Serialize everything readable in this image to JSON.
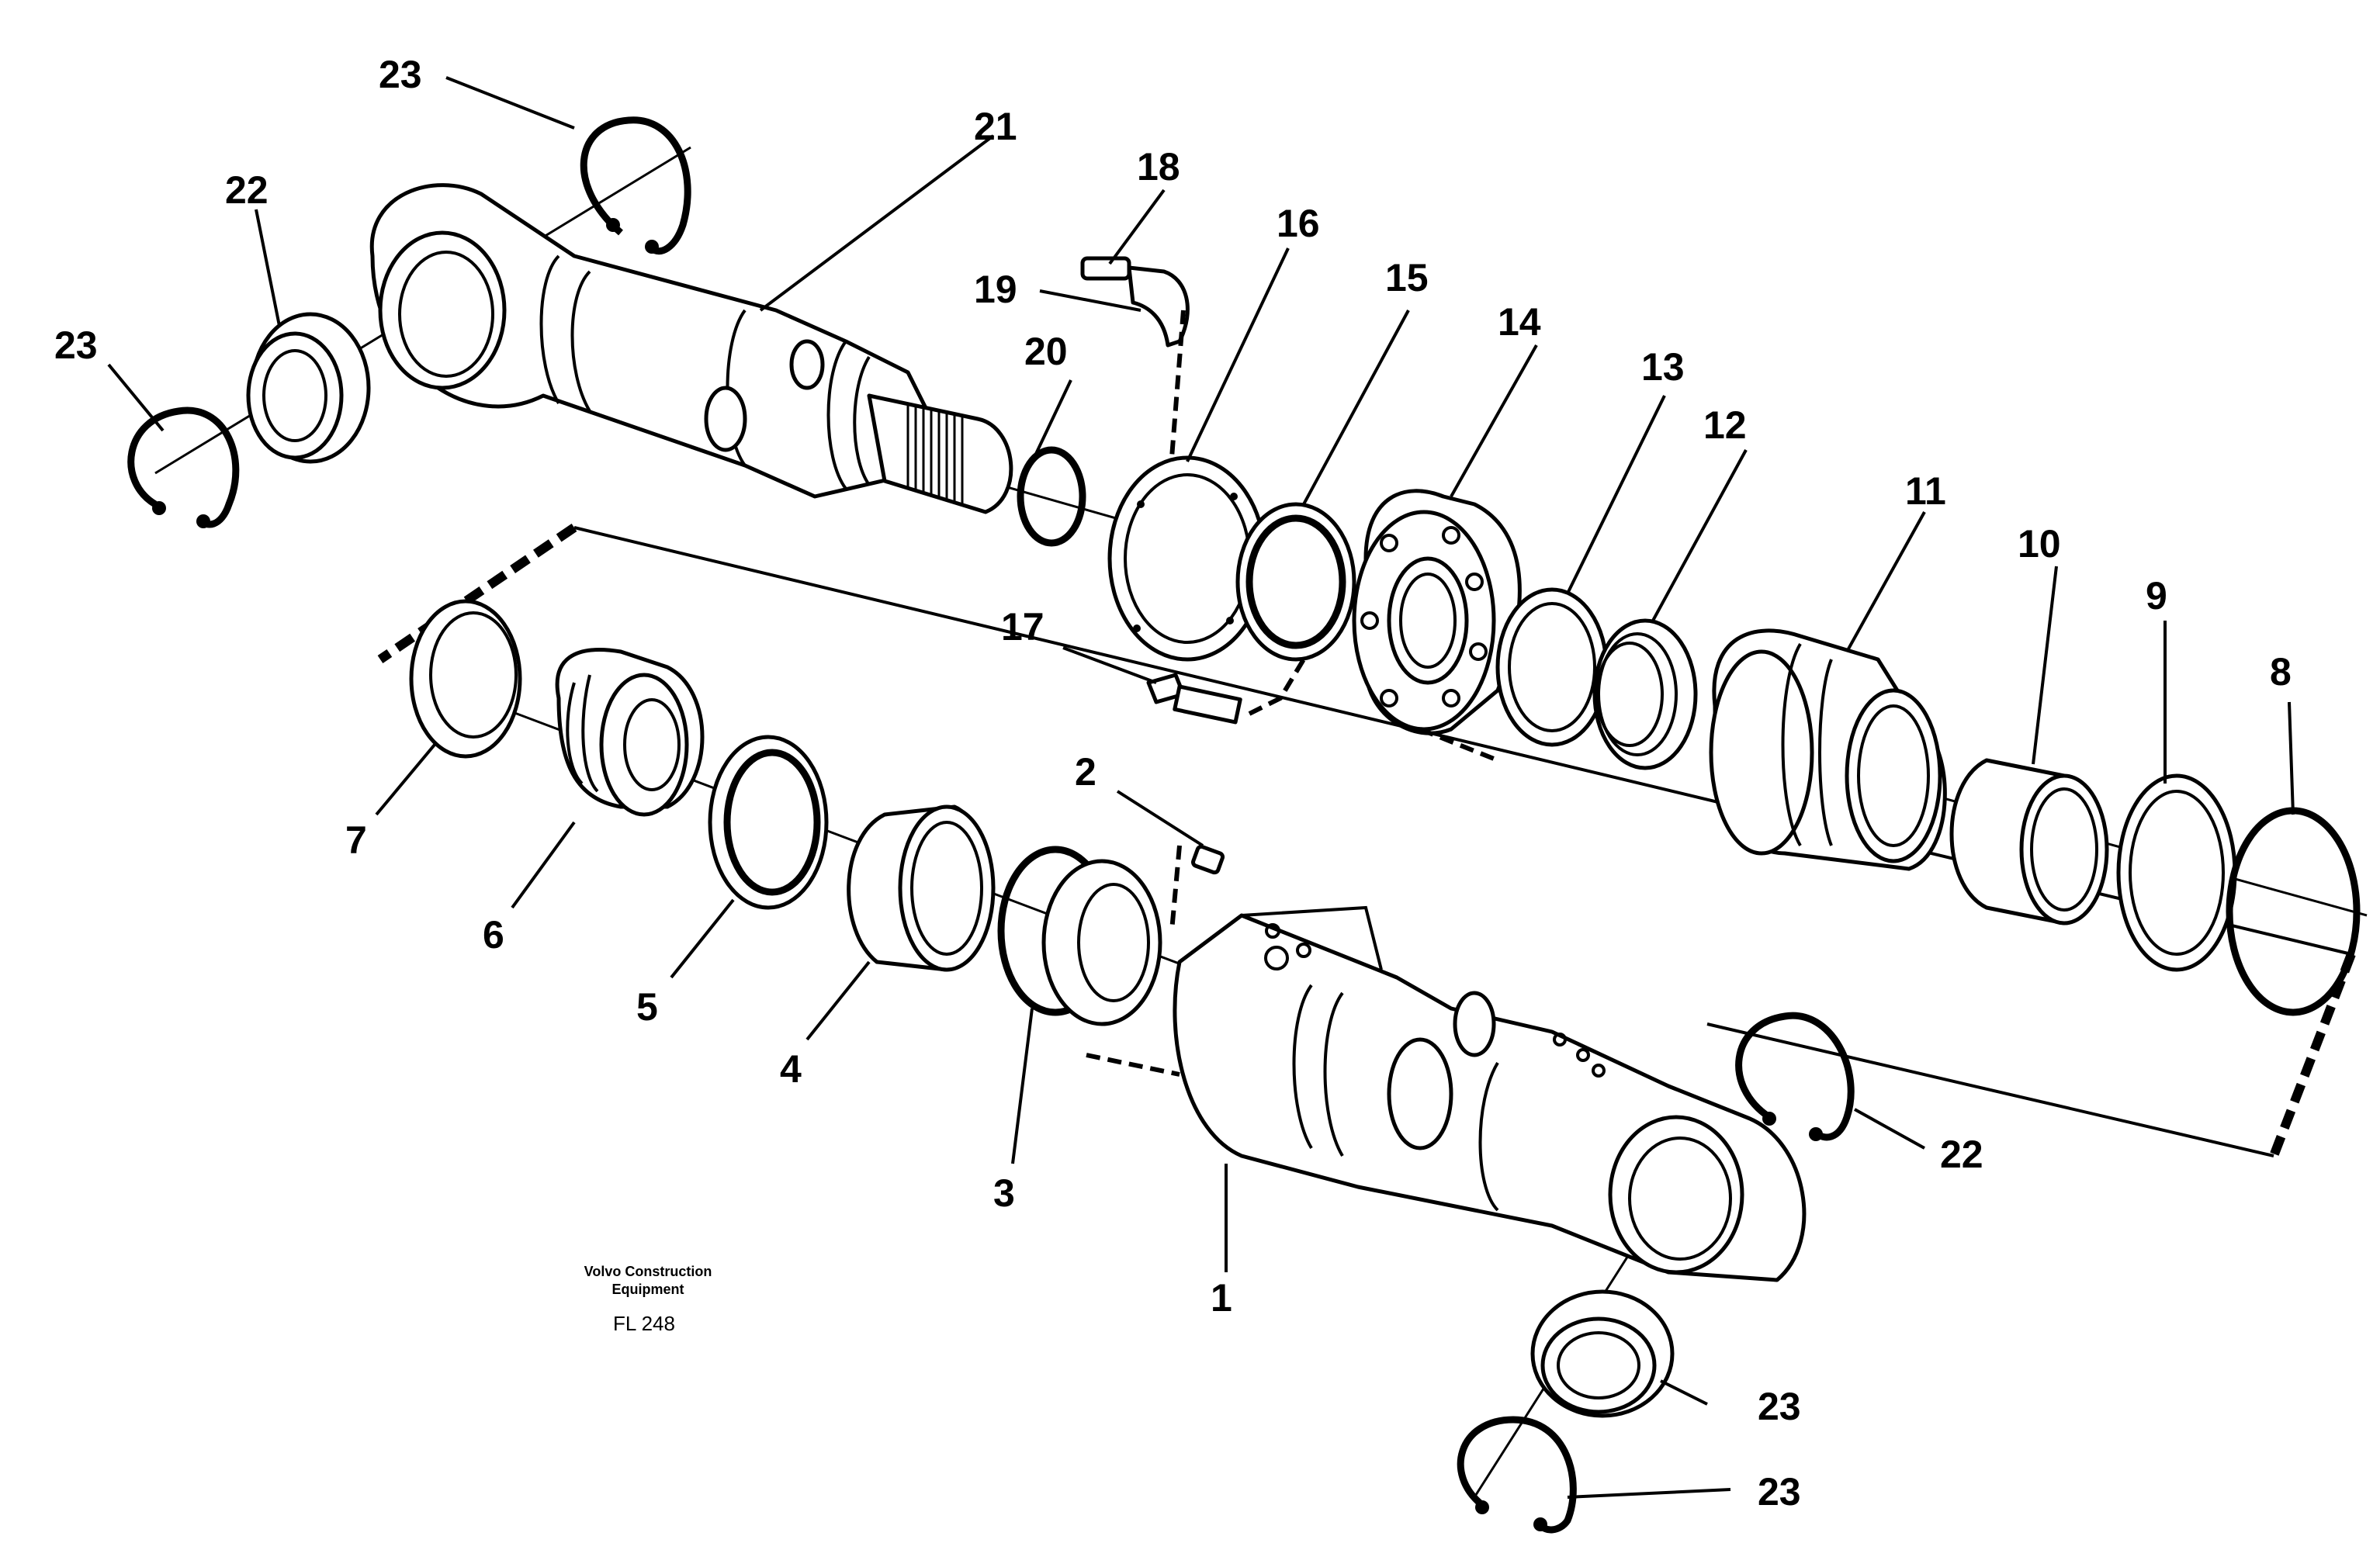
{
  "diagram": {
    "labels": [
      "1",
      "2",
      "3",
      "4",
      "5",
      "6",
      "7",
      "8",
      "9",
      "10",
      "11",
      "12",
      "13",
      "14",
      "15",
      "16",
      "17",
      "18",
      "19",
      "20",
      "21",
      "22",
      "23",
      "22",
      "23",
      "23",
      "23"
    ],
    "caption": {
      "line1": "Volvo Construction",
      "line2": "Equipment",
      "code": "FL 248"
    }
  }
}
